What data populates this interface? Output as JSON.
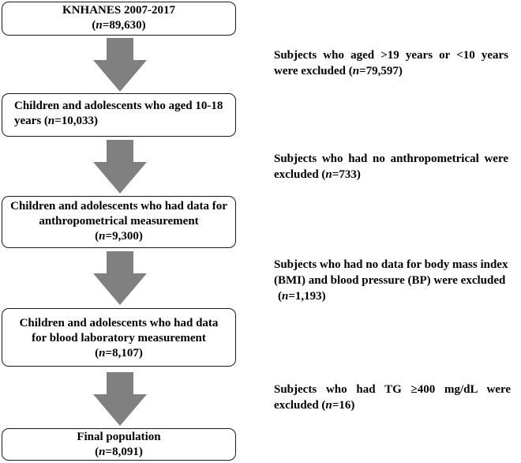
{
  "boxes": [
    {
      "line1": "KNHANES 2007-2017",
      "n_label": "n",
      "n_value": "=89,630"
    },
    {
      "line1": "Children and adolescents who aged 10-18",
      "line2_prefix": "years (",
      "n_label": "n",
      "n_value": "=10,033)"
    },
    {
      "line1": "Children and adolescents who had data for",
      "line2": "anthropometrical measurement",
      "n_label": "n",
      "n_value": "=9,300"
    },
    {
      "line1": "Children and adolescents who had data",
      "line2": "for blood laboratory measurement",
      "n_label": "n",
      "n_value": "=8,107"
    },
    {
      "line1": "Final population",
      "n_label": "n",
      "n_value": "=8,091"
    }
  ],
  "exclusions": [
    {
      "line1": "Subjects who aged >19 years or <10   years",
      "line2_prefix": "were excluded (",
      "n_label": "n",
      "n_value": "=79,597)"
    },
    {
      "line1": "Subjects who had no anthropometrical were",
      "line2_prefix": "excluded (",
      "n_label": "n",
      "n_value": "=733)"
    },
    {
      "line1": "Subjects who had no data for body mass index",
      "line2": "(BMI) and blood pressure (BP) were excluded",
      "line3_prefix": "(",
      "n_label": "n",
      "n_value": "=1,193)"
    },
    {
      "line1": "Subjects who had TG ≥400 mg/dL were",
      "line2_prefix": "excluded (",
      "n_label": "n",
      "n_value": "=16)"
    }
  ],
  "colors": {
    "arrow": "#808080",
    "box_border": "#1a1a1a",
    "text": "#000000"
  }
}
